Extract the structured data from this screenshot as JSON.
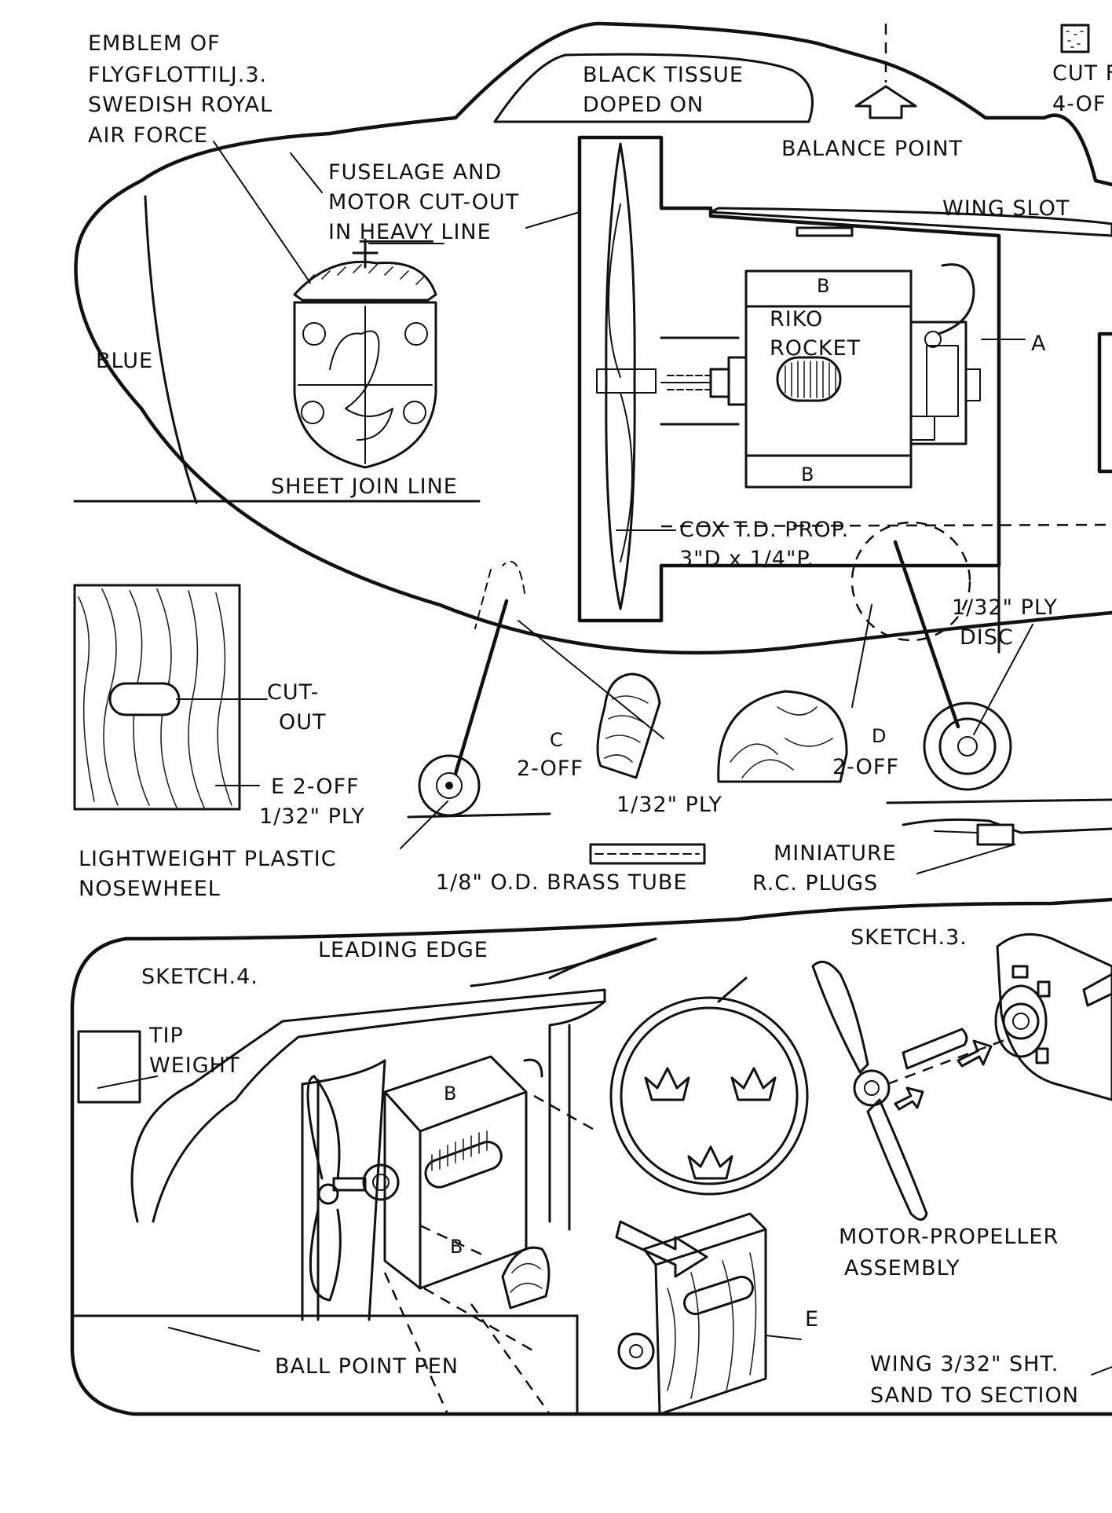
{
  "labels": {
    "emblem_line1": "EMBLEM OF",
    "emblem_line2": "FLYGFLOTTILJ.3.",
    "emblem_line3": "SWEDISH ROYAL",
    "emblem_line4": "AIR FORCE",
    "black_tissue_line1": "BLACK TISSUE",
    "black_tissue_line2": "DOPED ON",
    "balance_point": "BALANCE POINT",
    "cut_line1": "CUT F",
    "cut_line2": "4-OF",
    "fuselage_line1": "FUSELAGE AND",
    "fuselage_line2": "MOTOR CUT-OUT",
    "fuselage_line3_pre": "IN ",
    "fuselage_line3_heavy": "HEAVY",
    "fuselage_line3_post": " LINE",
    "wing_slot": "WING SLOT",
    "blue": "BLUE",
    "motor_b_top": "B",
    "motor_b_bottom": "B",
    "riko": "RIKO",
    "rocket": "ROCKET",
    "label_a": "A",
    "sheet_join_line": "SHEET JOIN LINE",
    "prop_line1": "COX T.D. PROP.",
    "prop_line2": "3\"D x 1/4\"P.",
    "ply_disc_line1": "1/32\" PLY",
    "ply_disc_line2": "DISC",
    "cutout_line1": "CUT-",
    "cutout_line2": "OUT",
    "e_line1": "E 2-OFF",
    "e_line2": "1/32\" PLY",
    "c_letter": "C",
    "c_count": "2-OFF",
    "d_letter": "D",
    "d_count": "2-OFF",
    "ply_132": "1/32\" PLY",
    "nosewheel_line1": "LIGHTWEIGHT PLASTIC",
    "nosewheel_line2": "NOSEWHEEL",
    "brass_tube": "1/8\" O.D. BRASS TUBE",
    "plugs_line1": "MINIATURE",
    "plugs_line2": "R.C. PLUGS",
    "leading_edge": "LEADING EDGE",
    "sketch4": "SKETCH.4.",
    "sketch3": "SKETCH.3.",
    "tip_line1": "TIP",
    "tip_line2": "WEIGHT",
    "s4_b_top": "B",
    "s4_b_bottom": "B",
    "label_e": "E",
    "map_line1": "MOTOR-PROPELLER",
    "map_line2": "ASSEMBLY",
    "ball_point_pen": "BALL POINT PEN",
    "wing_line1": "WING 3/32\" SHT.",
    "wing_line2": "SAND TO SECTION"
  },
  "icons": [
    "emblem-crest-icon",
    "three-crowns-roundel-icon",
    "propeller-icon",
    "motor-icon",
    "wheel-icon"
  ]
}
